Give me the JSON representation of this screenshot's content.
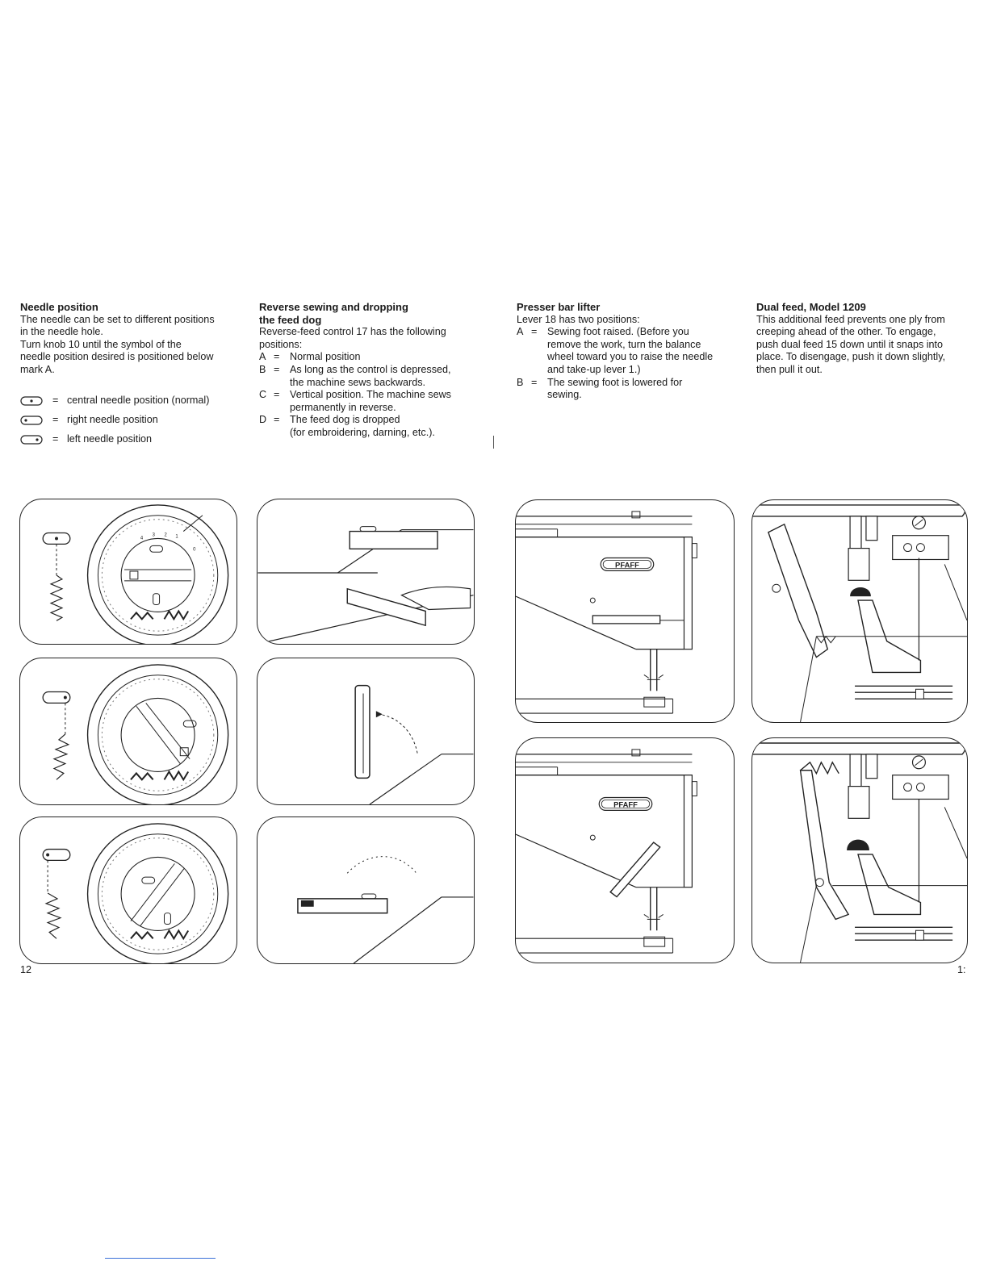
{
  "columns": {
    "needle_position": {
      "title": "Needle position",
      "body": [
        "The needle can be set to different positions",
        "in the needle hole.",
        "Turn knob 10 until the symbol of the",
        "needle position desired is positioned below",
        "mark A."
      ],
      "legend": [
        {
          "icon": "central-needle-icon",
          "eq": "=",
          "text": "central needle position (normal)"
        },
        {
          "icon": "right-needle-icon",
          "eq": "=",
          "text": "right needle position"
        },
        {
          "icon": "left-needle-icon",
          "eq": "=",
          "text": "left needle position"
        }
      ]
    },
    "reverse_sewing": {
      "title_lines": [
        "Reverse sewing and dropping",
        "the feed dog"
      ],
      "intro_lines": [
        "Reverse-feed control 17 has the following",
        "positions:"
      ],
      "items": [
        {
          "key": "A",
          "eq": "=",
          "lines": [
            "Normal position"
          ]
        },
        {
          "key": "B",
          "eq": "=",
          "lines": [
            "As long as the control is depressed,",
            "the machine sews backwards."
          ]
        },
        {
          "key": "C",
          "eq": "=",
          "lines": [
            "Vertical position. The machine sews",
            "permanently in reverse."
          ]
        },
        {
          "key": "D",
          "eq": "=",
          "lines": [
            "The feed dog is dropped",
            "(for embroidering, darning, etc.)."
          ]
        }
      ]
    },
    "presser_bar": {
      "title": "Presser bar lifter",
      "intro": "Lever 18 has two positions:",
      "items": [
        {
          "key": "A",
          "eq": "=",
          "lines": [
            "Sewing foot raised. (Before you",
            "remove the work, turn the balance",
            "wheel toward you to raise the needle",
            "and take-up lever 1.)"
          ]
        },
        {
          "key": "B",
          "eq": "=",
          "lines": [
            "The sewing foot is lowered for",
            "sewing."
          ]
        }
      ]
    },
    "dual_feed": {
      "title": "Dual feed, Model 1209",
      "body": [
        "This additional feed prevents one ply from",
        "creeping ahead of the other. To engage,",
        "push dual feed 15  down until it snaps into",
        "place. To disengage, push it down slightly,",
        "then pull it out."
      ]
    }
  },
  "illustrations": {
    "brand_label": "PFAFF",
    "dial_numbers": [
      "4",
      "3",
      "2",
      "1",
      "0"
    ]
  },
  "page_numbers": {
    "left": "12",
    "right": "1:"
  },
  "colors": {
    "ink": "#1a1a1a",
    "rule": "#3a6fd8"
  }
}
